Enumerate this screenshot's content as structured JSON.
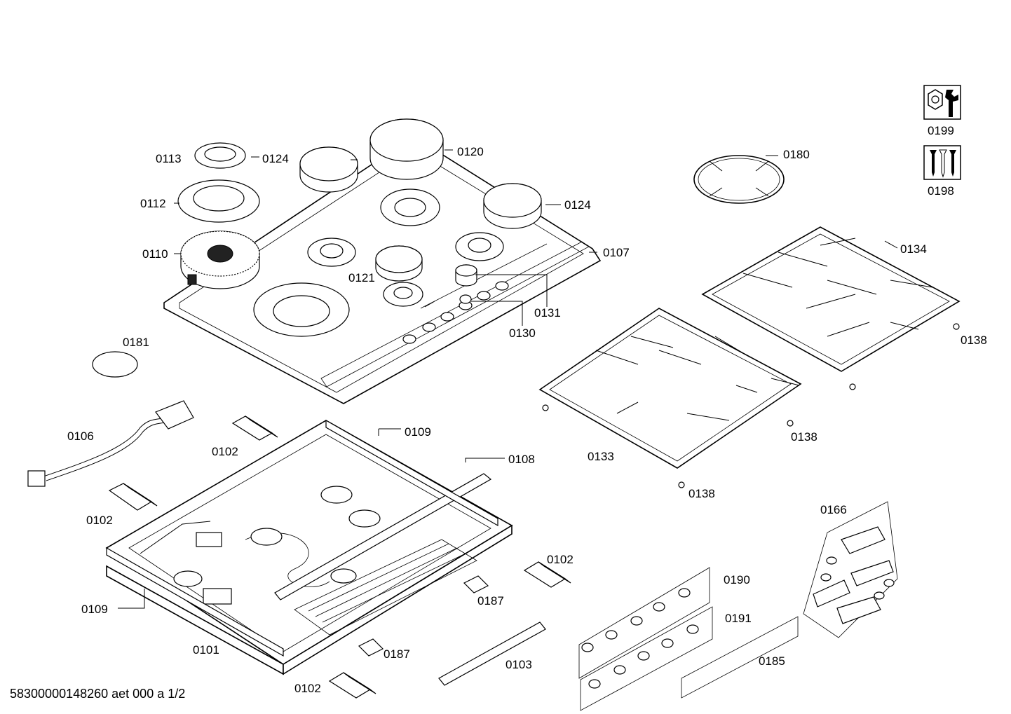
{
  "labels": {
    "l0101": "0101",
    "l0102a": "0102",
    "l0102b": "0102",
    "l0102c": "0102",
    "l0102d": "0102",
    "l0103": "0103",
    "l0106": "0106",
    "l0107": "0107",
    "l0108": "0108",
    "l0109a": "0109",
    "l0109b": "0109",
    "l0110": "0110",
    "l0112": "0112",
    "l0113": "0113",
    "l0120": "0120",
    "l0121": "0121",
    "l0124a": "0124",
    "l0124b": "0124",
    "l0130": "0130",
    "l0131": "0131",
    "l0133": "0133",
    "l0134": "0134",
    "l0138a": "0138",
    "l0138b": "0138",
    "l0138c": "0138",
    "l0166": "0166",
    "l0180": "0180",
    "l0181": "0181",
    "l0185": "0185",
    "l0187a": "0187",
    "l0187b": "0187",
    "l0190": "0190",
    "l0191": "0191",
    "l0198": "0198",
    "l0199": "0199"
  },
  "footer": "58300000148260 aet 000 a 1/2",
  "icons": [
    "spanner-nut-icon",
    "screws-icon"
  ]
}
